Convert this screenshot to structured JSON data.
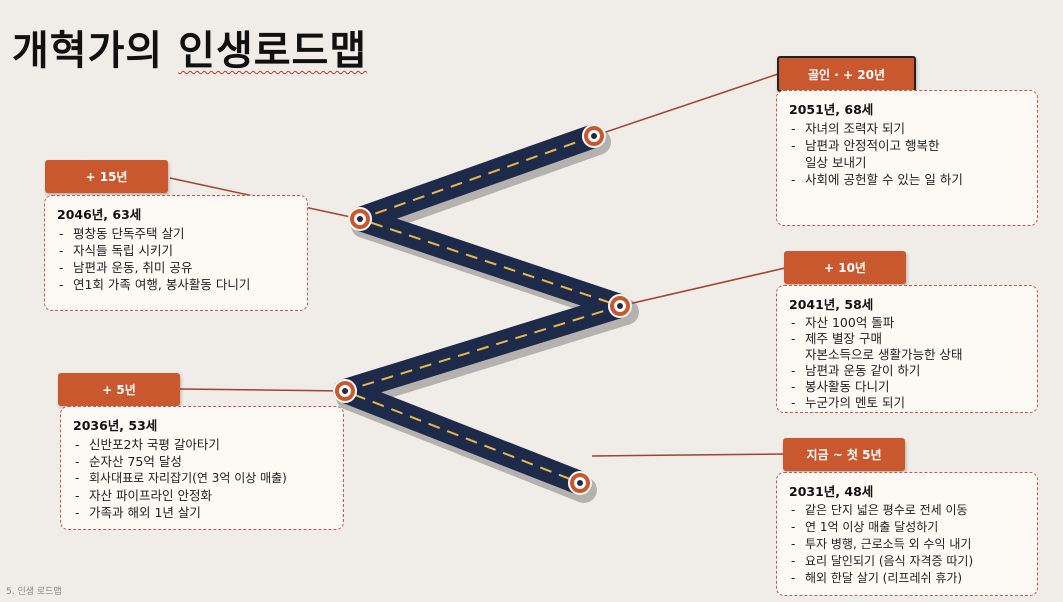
{
  "title": {
    "part1": "개혁가의 ",
    "part2": "인생로드맵"
  },
  "footer": "5. 인생 로드맵",
  "colors": {
    "badge": "#c9582f",
    "road": "#1e2a4a",
    "road_dash": "#e8b84a",
    "card_border": "#c9584a",
    "connector": "#a0452c"
  },
  "milestones": [
    {
      "badge": "골인 · + 20년",
      "heading": "2051년, 68세",
      "items": [
        {
          "text": "자녀의 조력자 되기",
          "cont": false
        },
        {
          "text": "남편과 안정적이고 행복한",
          "cont": false
        },
        {
          "text": "일상 보내기",
          "cont": true
        },
        {
          "text": "사회에 공헌할 수 있는 일 하기",
          "cont": false
        }
      ]
    },
    {
      "badge": "+ 15년",
      "heading": "2046년, 63세",
      "items": [
        {
          "text": "평창동 단독주택 살기",
          "cont": false
        },
        {
          "text": "자식들 독립 시키기",
          "cont": false
        },
        {
          "text": "남편과 운동, 취미 공유",
          "cont": false
        },
        {
          "text": "연1회 가족 여행, 봉사활동 다니기",
          "cont": false
        }
      ]
    },
    {
      "badge": "+ 10년",
      "heading": "2041년, 58세",
      "items": [
        {
          "text": "자산 100억 돌파",
          "cont": false
        },
        {
          "text": "제주 별장 구매",
          "cont": false
        },
        {
          "text": "자본소득으로 생활가능한 상태",
          "cont": true
        },
        {
          "text": "남편과 운동 같이 하기",
          "cont": false
        },
        {
          "text": "봉사활동 다니기",
          "cont": false
        },
        {
          "text": "누군가의 멘토 되기",
          "cont": false
        }
      ]
    },
    {
      "badge": "+ 5년",
      "heading": "2036년, 53세",
      "items": [
        {
          "text": "신반포2차 국평 갈아타기",
          "cont": false
        },
        {
          "text": "순자산 75억 달성",
          "cont": false
        },
        {
          "text": "회사대표로 자리잡기(연 3억 이상 매출)",
          "cont": false
        },
        {
          "text": "자산 파이프라인 안정화",
          "cont": false
        },
        {
          "text": "가족과 해외 1년 살기",
          "cont": false
        }
      ]
    },
    {
      "badge": "지금 ~ 첫 5년",
      "heading": "2031년, 48세",
      "items": [
        {
          "text": "같은 단지 넓은 평수로 전세 이동",
          "cont": false
        },
        {
          "text": "연 1억 이상 매출 달성하기",
          "cont": false
        },
        {
          "text": "투자 병행, 근로소득 외 수익 내기",
          "cont": false
        },
        {
          "text": "요리 달인되기 (음식 자격증 따기)",
          "cont": false
        },
        {
          "text": "해외 한달 살기 (리프레쉬 휴가)",
          "cont": false
        }
      ]
    }
  ]
}
